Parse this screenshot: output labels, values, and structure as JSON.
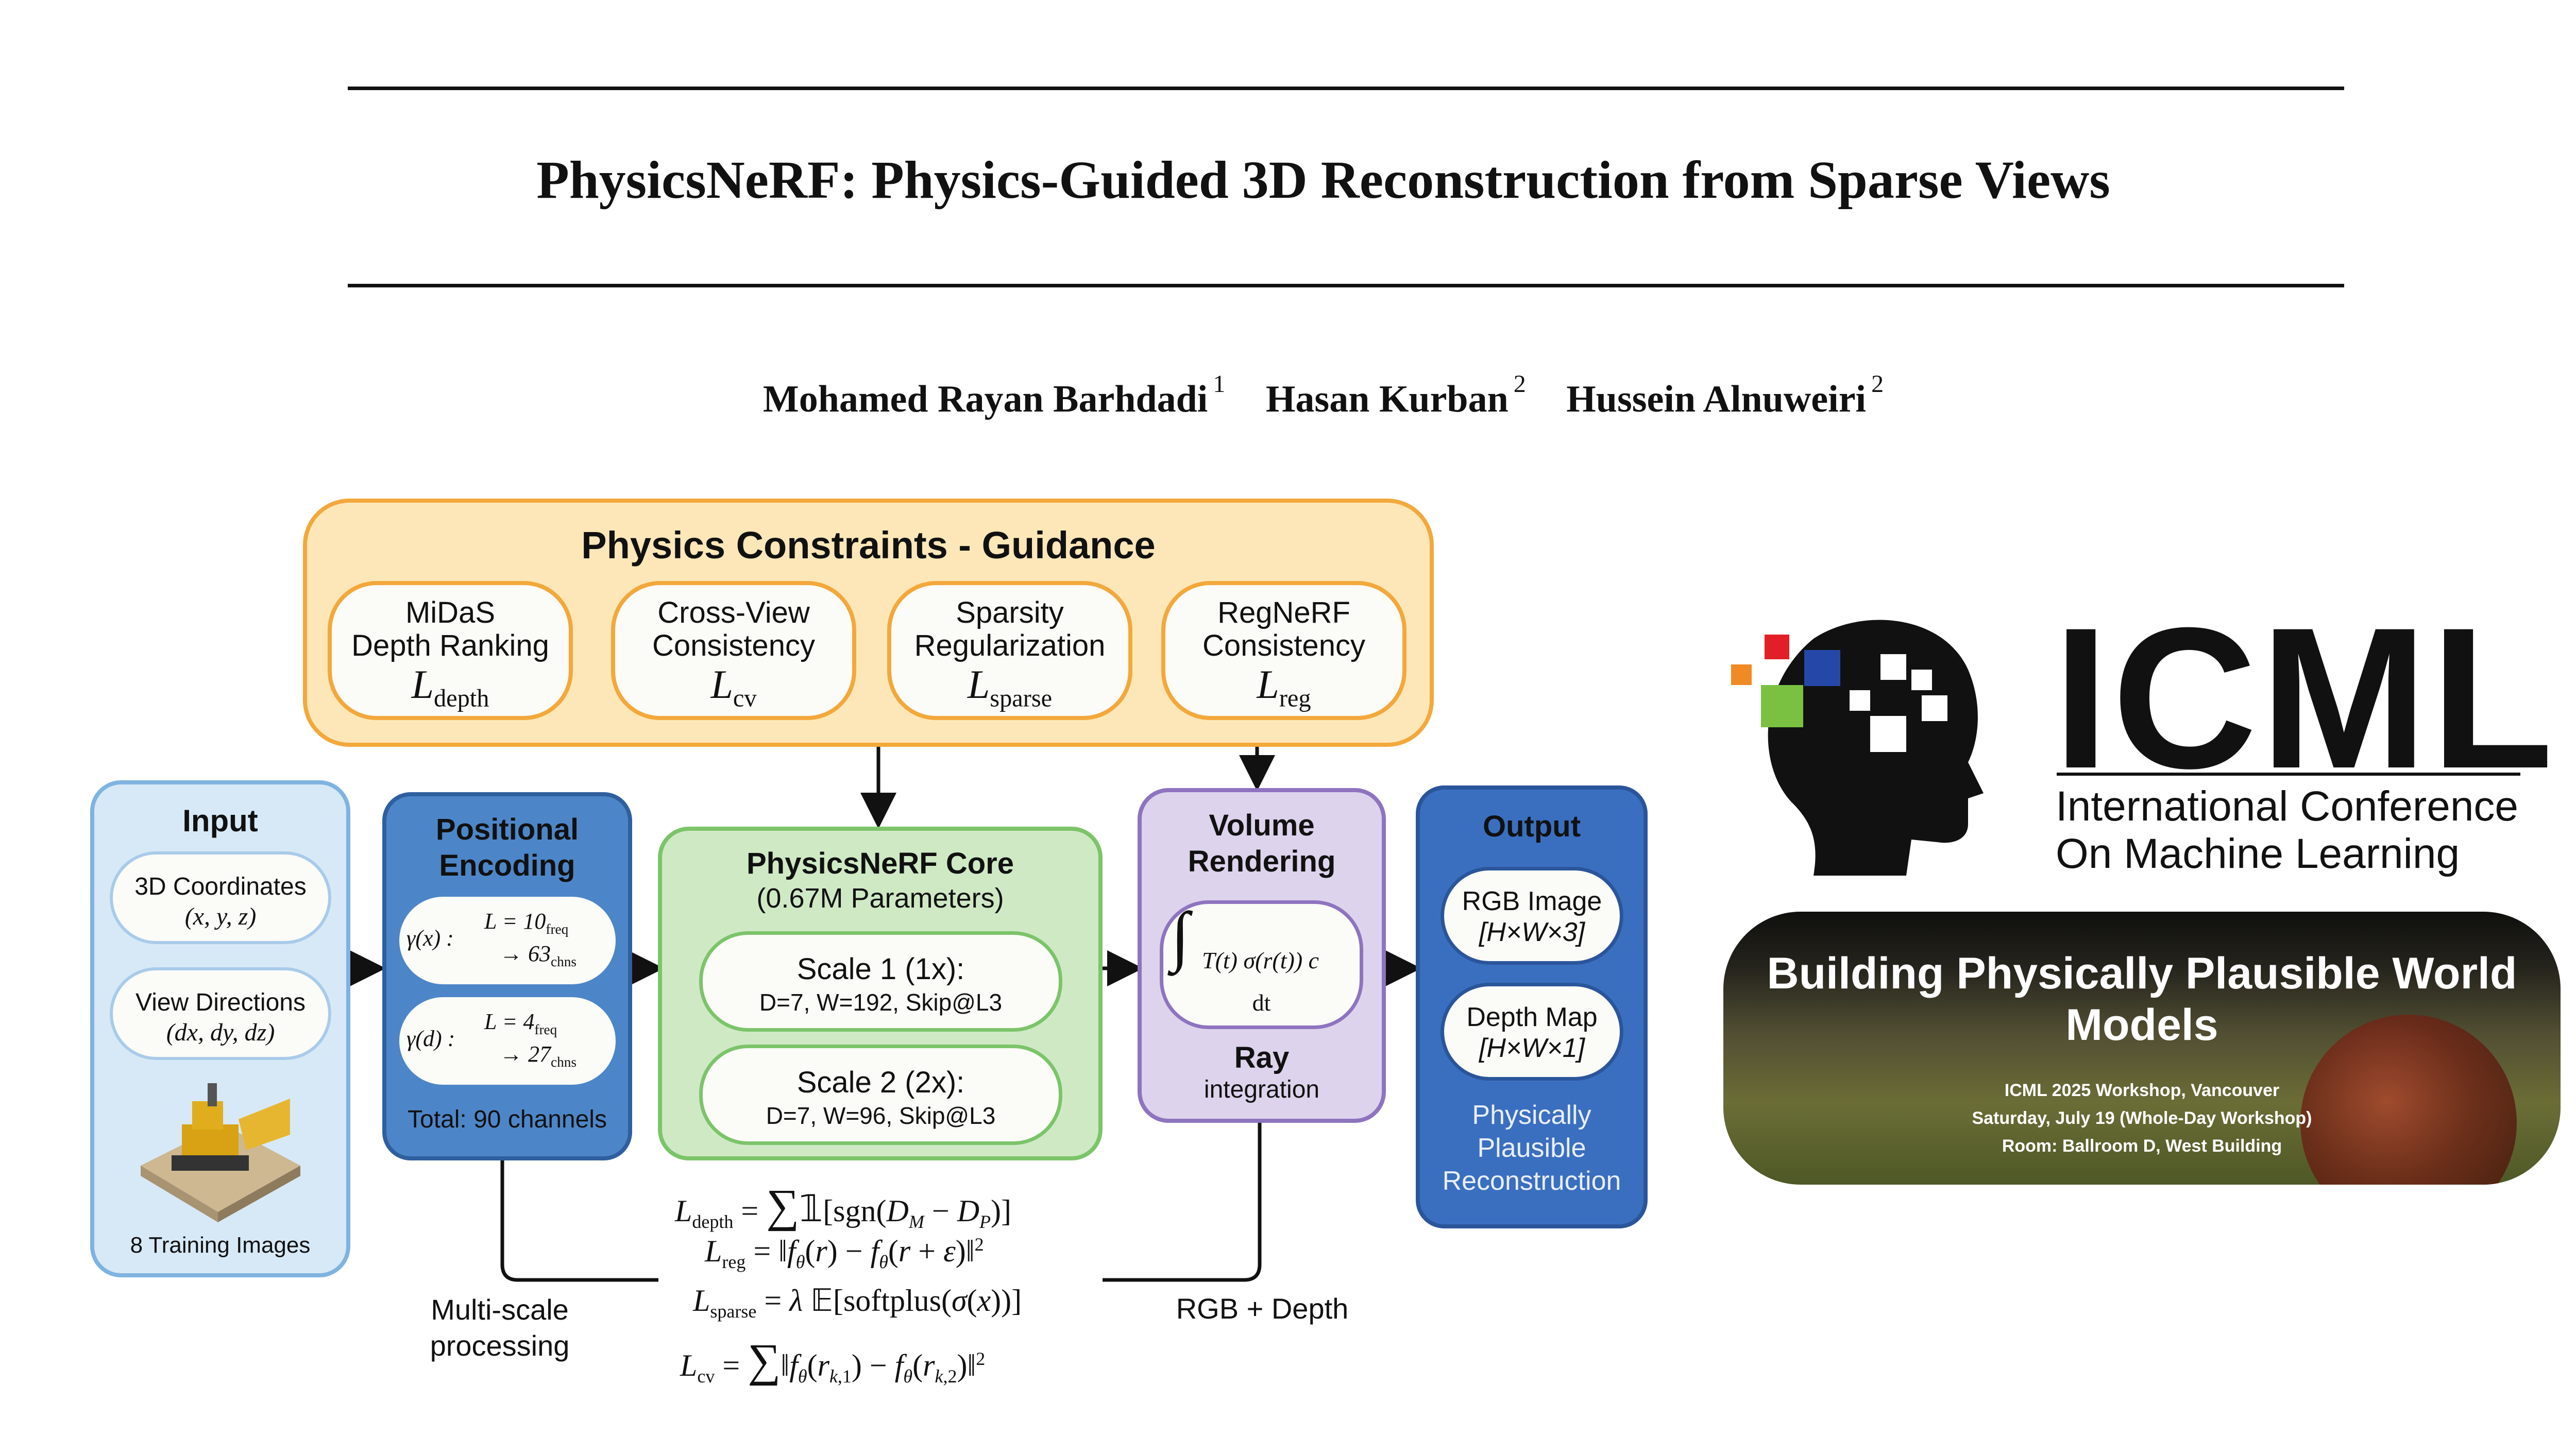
{
  "paper": {
    "title": "PhysicsNeRF: Physics-Guided 3D Reconstruction from Sparse Views",
    "authors": [
      {
        "name": "Mohamed Rayan Barhdadi",
        "affil": "1"
      },
      {
        "name": "Hasan Kurban",
        "affil": "2"
      },
      {
        "name": "Hussein Alnuweiri",
        "affil": "2"
      }
    ]
  },
  "diagram": {
    "constraints": {
      "title": "Physics Constraints - Guidance",
      "items": [
        {
          "line1": "MiDaS",
          "line2": "Depth Ranking",
          "sym": "L",
          "sub": "depth"
        },
        {
          "line1": "Cross-View",
          "line2": "Consistency",
          "sym": "L",
          "sub": "cv"
        },
        {
          "line1": "Sparsity",
          "line2": "Regularization",
          "sym": "L",
          "sub": "sparse"
        },
        {
          "line1": "RegNeRF",
          "line2": "Consistency",
          "sym": "L",
          "sub": "reg"
        }
      ]
    },
    "input": {
      "title": "Input",
      "coords_label": "3D Coordinates",
      "coords_math": "(x, y, z)",
      "dirs_label": "View Directions",
      "dirs_math": "(dx, dy, dz)",
      "images_label": "8 Training Images"
    },
    "encoding": {
      "title_line1": "Positional",
      "title_line2": "Encoding",
      "gx_lhs": "γ(x) :",
      "gx_l": "L = 10",
      "gx_l_sub": "freq",
      "gx_out": "→ 63",
      "gx_out_sub": "chns",
      "gd_lhs": "γ(d) :",
      "gd_l": "L = 4",
      "gd_l_sub": "freq",
      "gd_out": "→ 27",
      "gd_out_sub": "chns",
      "total": "Total: 90 channels"
    },
    "core": {
      "title": "PhysicsNeRF Core",
      "params": "(0.67M Parameters)",
      "scale1_title": "Scale 1 (1x):",
      "scale1_desc": "D=7, W=192, Skip@L3",
      "scale2_title": "Scale 2 (2x):",
      "scale2_desc": "D=7, W=96, Skip@L3"
    },
    "rendering": {
      "title_line1": "Volume",
      "title_line2": "Rendering",
      "integral": "T(t) σ(r(t)) c",
      "dt": "dt",
      "ray": "Ray",
      "integration": "integration"
    },
    "output": {
      "title": "Output",
      "rgb_label": "RGB Image",
      "rgb_dims": "[H×W×3]",
      "depth_label": "Depth Map",
      "depth_dims": "[H×W×1]",
      "recon_line1": "Physically",
      "recon_line2": "Plausible",
      "recon_line3": "Reconstruction"
    },
    "notes": {
      "multiscale_line1": "Multi-scale",
      "multiscale_line2": "processing",
      "rgb_depth": "RGB + Depth"
    }
  },
  "banner": {
    "icml_word": "ICML",
    "icml_sub1": "International Conference",
    "icml_sub2": "On Machine Learning",
    "workshop_title_line1": "Building Physically Plausible World",
    "workshop_title_line2": "Models",
    "workshop_info1": "ICML 2025 Workshop, Vancouver",
    "workshop_info2": "Saturday, July 19 (Whole-Day Workshop)",
    "workshop_info3": "Room: Ballroom D, West Building"
  },
  "colors": {
    "constraints_fill": "#fde7b8",
    "constraints_border": "#f3a83c",
    "input_fill": "#d7e9f7",
    "input_border": "#7fb3e0",
    "encoding_fill": "#4d86c8",
    "encoding_border": "#2f5f9e",
    "core_fill": "#cfe9c5",
    "core_border": "#7cc46a",
    "rendering_fill": "#ddd3ec",
    "rendering_border": "#8e74bf",
    "output_fill": "#3a6fc0",
    "output_border": "#2b559a"
  }
}
